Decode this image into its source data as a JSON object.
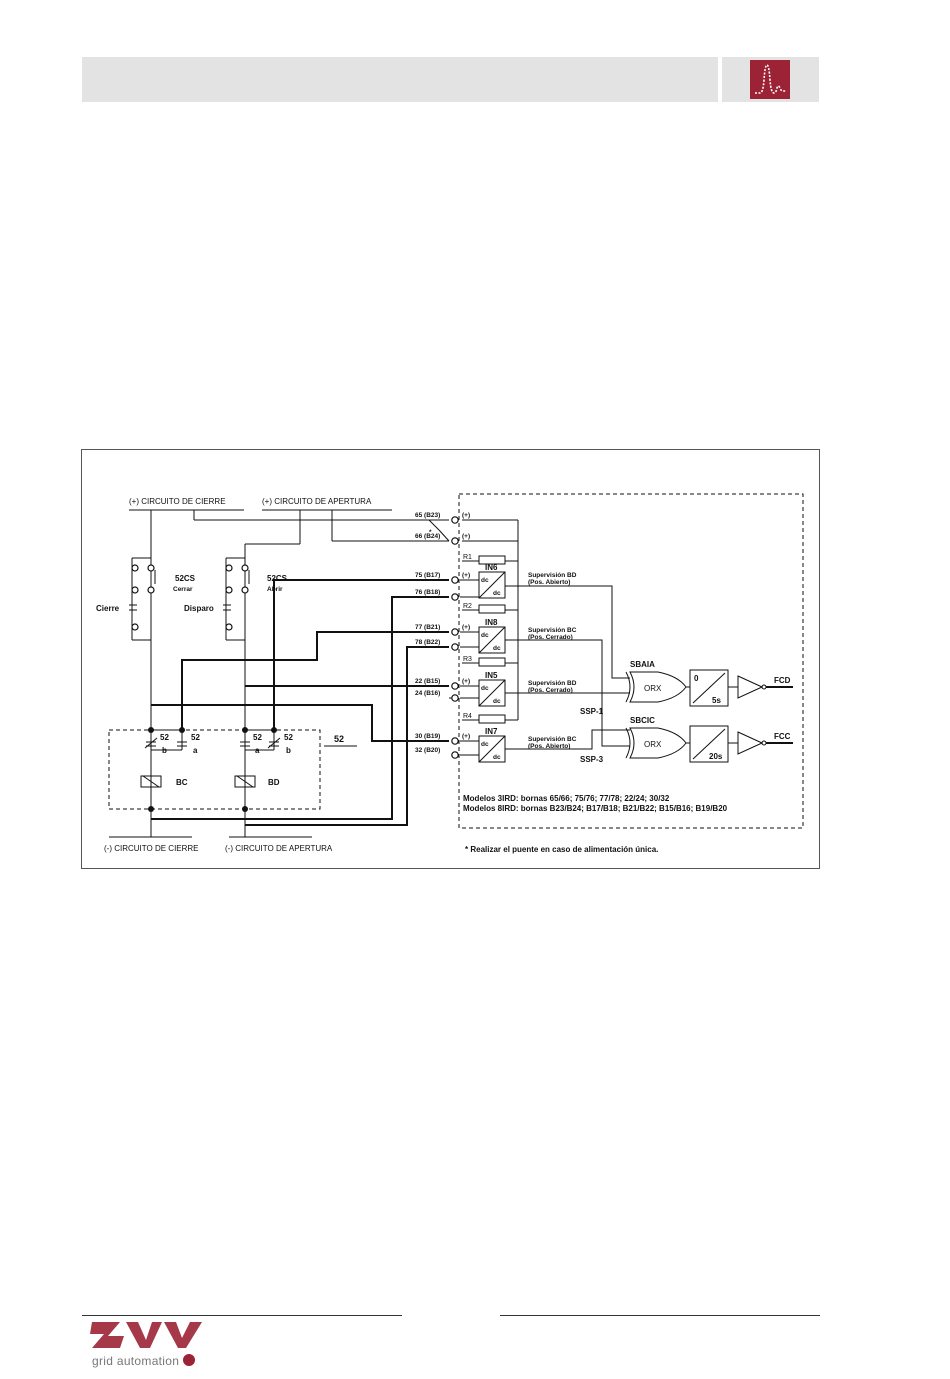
{
  "diagram": {
    "top_labels": {
      "closing_positive": "(+) CIRCUITO DE CIERRE",
      "opening_positive": "(+) CIRCUITO DE APERTURA"
    },
    "bottom_labels": {
      "closing_negative": "(-) CIRCUITO DE CIERRE",
      "opening_negative": "(-) CIRCUITO DE APERTURA"
    },
    "switches": {
      "close": {
        "id": "52CS",
        "mode": "Cerrar",
        "label": "Cierre"
      },
      "trip": {
        "id": "52CS",
        "mode": "Abrir",
        "label": "Disparo"
      }
    },
    "breaker": {
      "box_label": "52",
      "contacts": [
        {
          "num": "52",
          "type": "b"
        },
        {
          "num": "52",
          "type": "a"
        },
        {
          "num": "52",
          "type": "a"
        },
        {
          "num": "52",
          "type": "b"
        }
      ],
      "coils": [
        "BC",
        "BD"
      ]
    },
    "jumper_note_mark": "*",
    "terminals": [
      {
        "name": "65 (B23)",
        "pol": "(+)"
      },
      {
        "name": "66 (B24)",
        "pol": "(+)"
      },
      {
        "name": "75 (B17)",
        "pol": "(+)"
      },
      {
        "name": "76 (B18)",
        "pol": ""
      },
      {
        "name": "77 (B21)",
        "pol": "(+)"
      },
      {
        "name": "78 (B22)",
        "pol": ""
      },
      {
        "name": "22 (B15)",
        "pol": "(+)"
      },
      {
        "name": "24 (B16)",
        "pol": ""
      },
      {
        "name": "30 (B19)",
        "pol": "(+)"
      },
      {
        "name": "32 (B20)",
        "pol": ""
      }
    ],
    "resistors": [
      "R1",
      "R2",
      "R3",
      "R4"
    ],
    "inputs": [
      {
        "name": "IN6",
        "top": "dc",
        "bottom": "dc",
        "desc1": "Supervisión BD",
        "desc2": "(Pos. Abierto)"
      },
      {
        "name": "IN8",
        "top": "dc",
        "bottom": "dc",
        "desc1": "Supervisión BC",
        "desc2": "(Pos. Cerrado)"
      },
      {
        "name": "IN5",
        "top": "dc",
        "bottom": "dc",
        "desc1": "Supervisión BD",
        "desc2": "(Pos. Cerrado)"
      },
      {
        "name": "IN7",
        "top": "dc",
        "bottom": "dc",
        "desc1": "Supervisión BC",
        "desc2": "(Pos. Abierto)"
      }
    ],
    "logic": [
      {
        "signal": "SBAIA",
        "gate": "ORX",
        "ssp": "SSP-1",
        "timer_top": "0",
        "timer_bottom": "5s",
        "output": "FCD"
      },
      {
        "signal": "SBCIC",
        "gate": "ORX",
        "ssp": "SSP-3",
        "timer_top": "",
        "timer_bottom": "20s",
        "output": "FCC"
      }
    ],
    "models": {
      "line1": "Modelos 3IRD: bornas 65/66; 75/76; 77/78; 22/24; 30/32",
      "line2": "Modelos 8IRD: bornas B23/B24; B17/B18; B21/B22; B15/B16; B19/B20"
    },
    "footnote": "* Realizar el puente en caso de alimentación única."
  },
  "footer": {
    "company": "grid automation"
  },
  "colors": {
    "brand": "#9b2335",
    "header_bg": "#e3e3e3"
  }
}
